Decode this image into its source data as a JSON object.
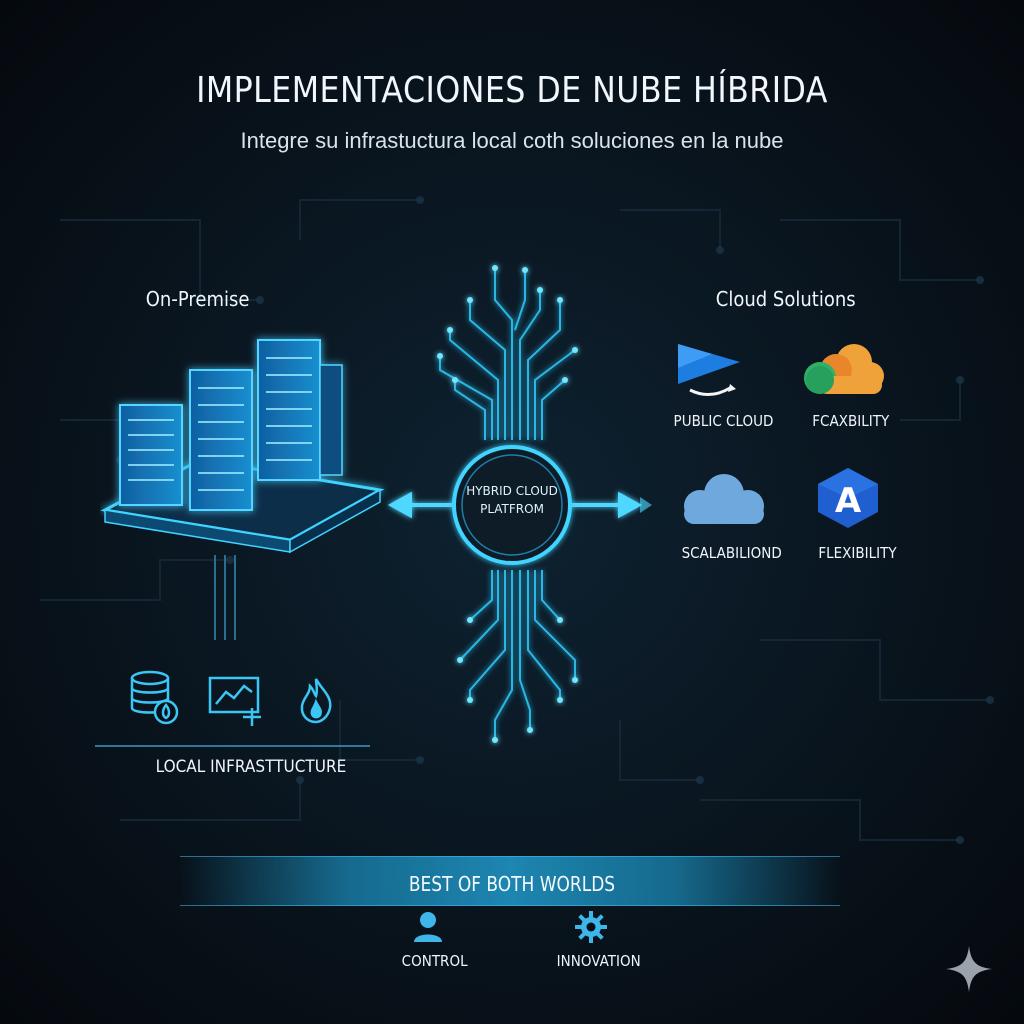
{
  "title": "IMPLEMENTACIONES DE NUBE HÍBRIDA",
  "subtitle": "Integre su infrastuctura local coth soluciones en la nube",
  "left": {
    "heading": "On-Premise",
    "footer": "LOCAL INFRASTTUCTURE",
    "icons": [
      "database-fire-icon",
      "chart-plus-icon",
      "flame-icon"
    ]
  },
  "hub": {
    "line1": "HYBRID CLOUD",
    "line2": "PLATFROM"
  },
  "right": {
    "heading": "Cloud Solutions",
    "items": [
      {
        "label": "PUBLIC CLOUD",
        "icon": "play-smile-logo-icon"
      },
      {
        "label": "FCAXBILITY",
        "icon": "multicolor-cloud-icon"
      },
      {
        "label": "SCALABILIOND",
        "icon": "blue-cloud-icon"
      },
      {
        "label": "FLEXIBILITY",
        "icon": "letter-a-logo-icon"
      }
    ]
  },
  "banner": "BEST OF BOTH WORLDS",
  "bottom": {
    "items": [
      {
        "label": "CONTROL",
        "icon": "user-icon"
      },
      {
        "label": "INNOVATION",
        "icon": "gear-icon"
      }
    ]
  },
  "colors": {
    "background": "#071019",
    "accent": "#29c4ff",
    "glow": "#5fe0ff"
  }
}
